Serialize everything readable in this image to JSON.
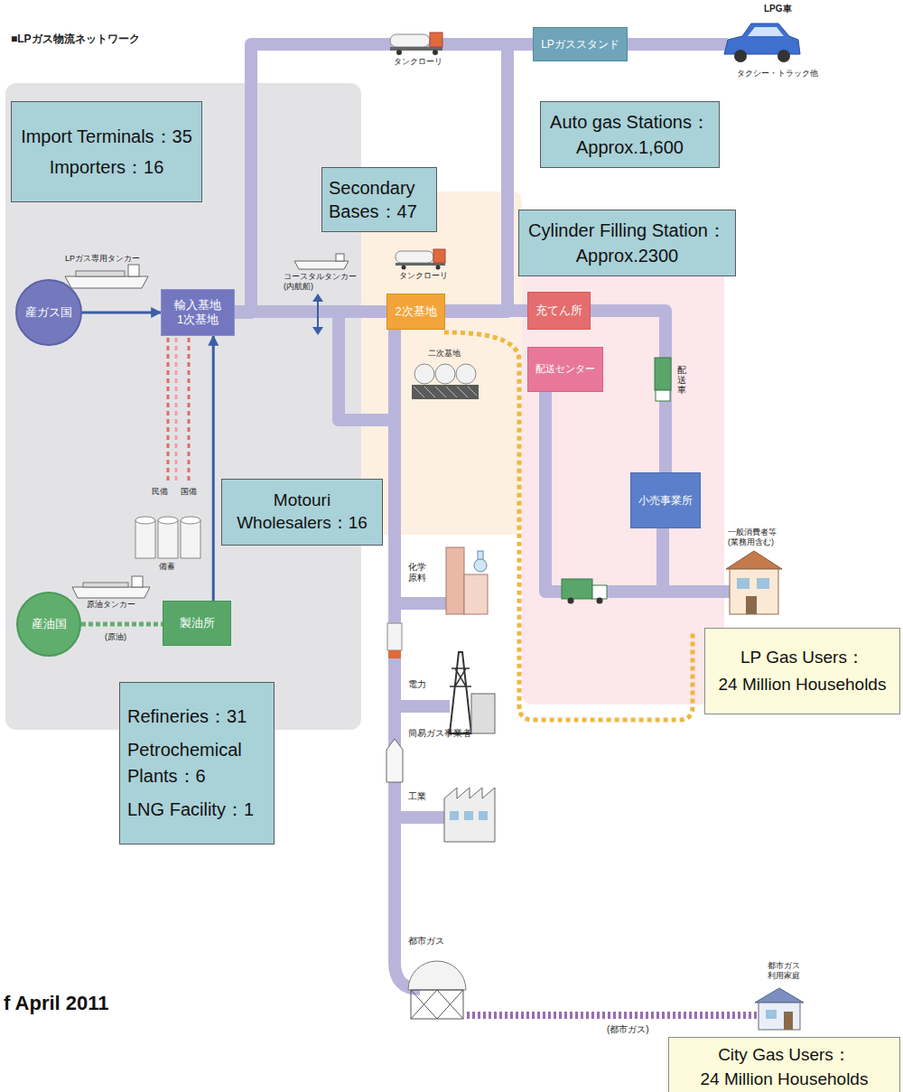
{
  "diagram": {
    "title": "■LPガス物流ネットワーク",
    "nodes": [
      {
        "text": [
          "LPガススタンド"
        ]
      },
      {
        "text": [
          "Import Terminals：35",
          "Importers：16"
        ]
      },
      {
        "text": [
          "Auto gas Stations：",
          "Approx.1,600"
        ]
      },
      {
        "text": [
          "Secondary Bases：47"
        ]
      },
      {
        "text": [
          "Cylinder Filling Station：",
          "Approx.2300"
        ]
      },
      {
        "text": [
          "産ガス国"
        ]
      },
      {
        "text": [
          "輸入基地 1次基地"
        ]
      },
      {
        "text": [
          "2次基地"
        ]
      },
      {
        "text": [
          "充てん所"
        ]
      },
      {
        "text": [
          "配送センター"
        ]
      },
      {
        "text": [
          "Motouri Wholesalers：16"
        ]
      },
      {
        "text": [
          "小売事業所"
        ]
      },
      {
        "text": [
          "産油国"
        ]
      },
      {
        "text": [
          "製油所"
        ]
      },
      {
        "text": [
          "LP Gas Users：",
          "24 Million Households"
        ]
      },
      {
        "text": [
          "Refineries：31",
          "Petrochemical Plants：6",
          "LNG Facility：1"
        ]
      },
      {
        "text": [
          "City Gas Users：",
          "24 Million Households"
        ]
      }
    ],
    "edges": [
      {
        "from": 5,
        "to": 6,
        "arrow": "to"
      },
      {
        "from": 12,
        "to": 13,
        "arrow": "none"
      },
      {
        "from": 13,
        "to": 6,
        "arrow": "to"
      },
      {
        "from": 6,
        "to": 7,
        "arrow": "none"
      },
      {
        "from": 6,
        "to": 0,
        "arrow": "none"
      },
      {
        "from": 7,
        "to": 8,
        "arrow": "none"
      },
      {
        "from": 7,
        "to": 0,
        "arrow": "none"
      },
      {
        "from": 8,
        "to": 11,
        "arrow": "none"
      }
    ],
    "labels": [
      "LPG車",
      "タンクローリ",
      "タクシー・トラック他",
      "LPガス専用タンカー",
      "コースタルタンカー (内航船)",
      "タンクローリ",
      "二次基地",
      "配送車",
      "民備",
      "国備",
      "一般消費者等 (業務用含む)",
      "備蓄",
      "化学 原料",
      "原油タンカー",
      "(原油)",
      "電力",
      "簡易ガス事業者",
      "工業",
      "都市ガス",
      "f April 2011",
      "都市ガス 利用家庭",
      "(都市ガス)"
    ]
  }
}
